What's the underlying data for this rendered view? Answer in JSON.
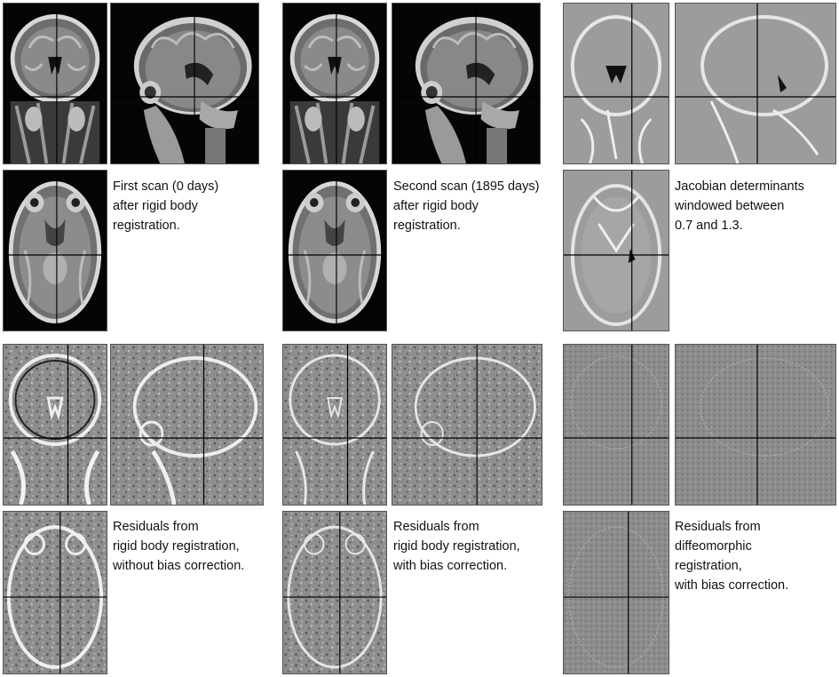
{
  "captions": {
    "scan1": [
      "First scan (0 days)",
      "after rigid body",
      "registration."
    ],
    "scan2": [
      "Second scan (1895 days)",
      "after rigid body",
      "registration."
    ],
    "jacobian": [
      "Jacobian determinants",
      "windowed between",
      "0.7 and 1.3."
    ],
    "res_rigid_nobias": [
      "Residuals from",
      "rigid body registration,",
      "without bias correction."
    ],
    "res_rigid_bias": [
      "Residuals from",
      "rigid body registration,",
      "with bias correction."
    ],
    "res_diffeo": [
      "Residuals from",
      "diffeomorphic",
      "registration,",
      "with bias correction."
    ]
  },
  "colors": {
    "scan_background": "#050505",
    "residual_background": "#8a8a8a",
    "jacobian_background": "#9c9c9c",
    "crosshair": "#000000"
  }
}
